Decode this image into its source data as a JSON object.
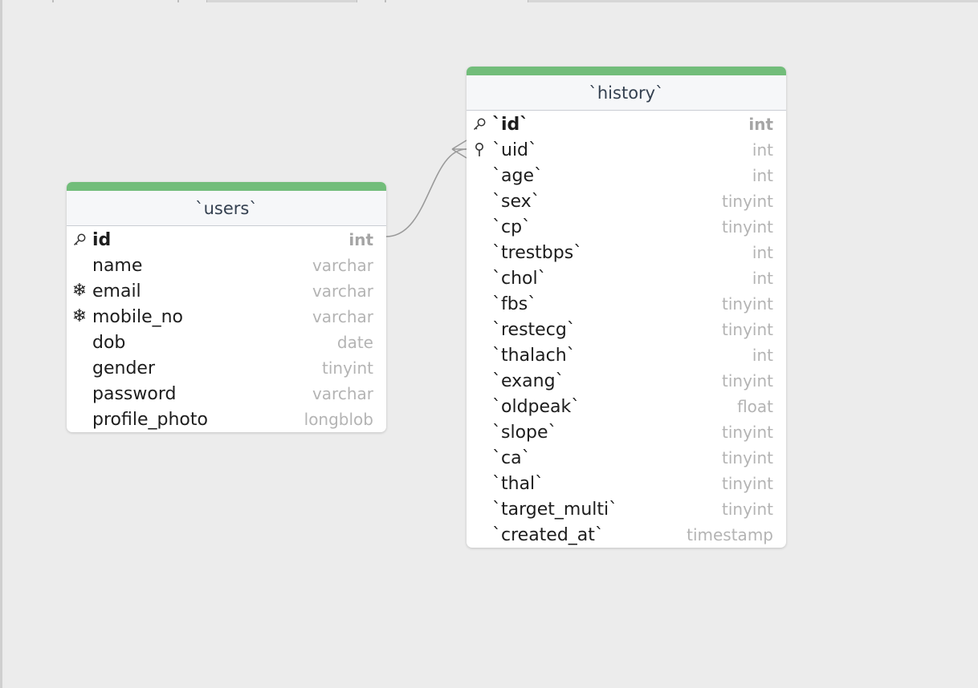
{
  "colors": {
    "canvas_bg": "#ececec",
    "table_accent": "#72bd7a",
    "header_bg": "#f6f7f9",
    "type_text": "#b4b4b4",
    "relation_line": "#9a9a9a"
  },
  "tables": [
    {
      "name": "`users`",
      "columns": [
        {
          "name": "id",
          "type": "int",
          "icon": "key-icon",
          "pk": true
        },
        {
          "name": "name",
          "type": "varchar",
          "icon": "",
          "pk": false
        },
        {
          "name": "email",
          "type": "varchar",
          "icon": "unique-snowflake-icon",
          "pk": false
        },
        {
          "name": "mobile_no",
          "type": "varchar",
          "icon": "unique-snowflake-icon",
          "pk": false
        },
        {
          "name": "dob",
          "type": "date",
          "icon": "",
          "pk": false
        },
        {
          "name": "gender",
          "type": "tinyint",
          "icon": "",
          "pk": false
        },
        {
          "name": "password",
          "type": "varchar",
          "icon": "",
          "pk": false
        },
        {
          "name": "profile_photo",
          "type": "longblob",
          "icon": "",
          "pk": false
        }
      ]
    },
    {
      "name": "`history`",
      "columns": [
        {
          "name": "`id`",
          "type": "int",
          "icon": "key-icon",
          "pk": true
        },
        {
          "name": "`uid`",
          "type": "int",
          "icon": "foreign-key-pin-icon",
          "pk": false
        },
        {
          "name": "`age`",
          "type": "int",
          "icon": "",
          "pk": false
        },
        {
          "name": "`sex`",
          "type": "tinyint",
          "icon": "",
          "pk": false
        },
        {
          "name": "`cp`",
          "type": "tinyint",
          "icon": "",
          "pk": false
        },
        {
          "name": "`trestbps`",
          "type": "int",
          "icon": "",
          "pk": false
        },
        {
          "name": "`chol`",
          "type": "int",
          "icon": "",
          "pk": false
        },
        {
          "name": "`fbs`",
          "type": "tinyint",
          "icon": "",
          "pk": false
        },
        {
          "name": "`restecg`",
          "type": "tinyint",
          "icon": "",
          "pk": false
        },
        {
          "name": "`thalach`",
          "type": "int",
          "icon": "",
          "pk": false
        },
        {
          "name": "`exang`",
          "type": "tinyint",
          "icon": "",
          "pk": false
        },
        {
          "name": "`oldpeak`",
          "type": "float",
          "icon": "",
          "pk": false
        },
        {
          "name": "`slope`",
          "type": "tinyint",
          "icon": "",
          "pk": false
        },
        {
          "name": "`ca`",
          "type": "tinyint",
          "icon": "",
          "pk": false
        },
        {
          "name": "`thal`",
          "type": "tinyint",
          "icon": "",
          "pk": false
        },
        {
          "name": "`target_multi`",
          "type": "tinyint",
          "icon": "",
          "pk": false
        },
        {
          "name": "`created_at`",
          "type": "timestamp",
          "icon": "",
          "pk": false
        }
      ]
    }
  ],
  "relationships": [
    {
      "from_table": "`users`",
      "from_column": "id",
      "to_table": "`history`",
      "to_column": "`uid`",
      "cardinality": "one-to-many"
    }
  ]
}
